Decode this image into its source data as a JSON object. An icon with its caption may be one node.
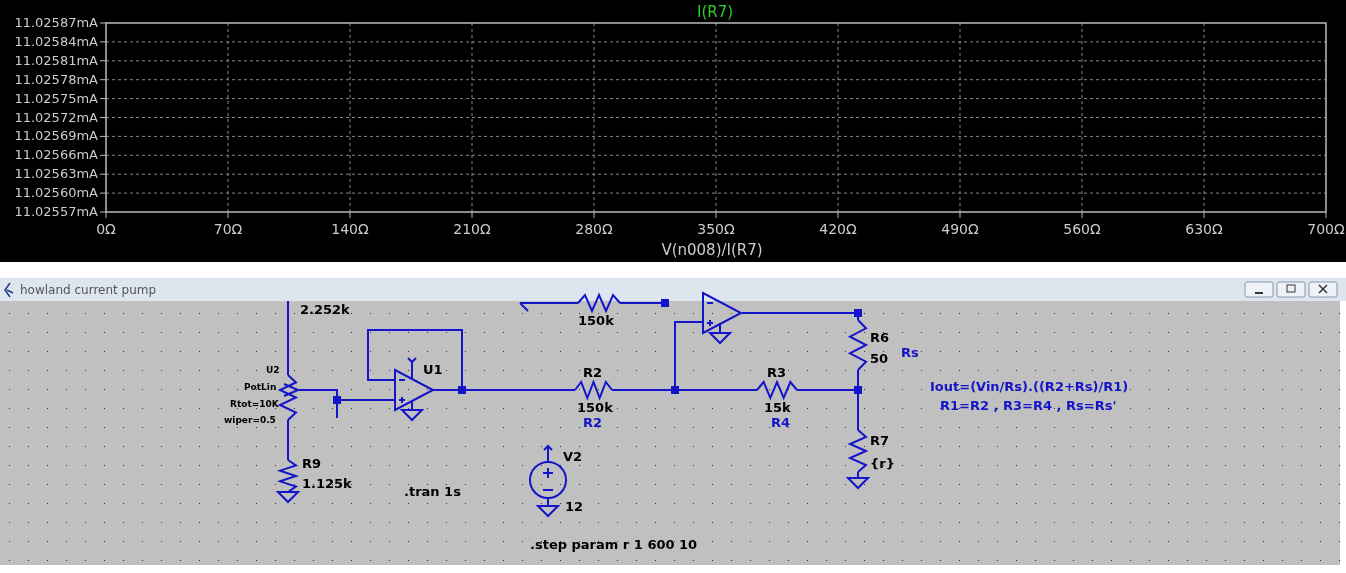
{
  "diagram": {
    "labels": [
      "I(R7)",
      "11.02587mA",
      "11.02584mA",
      "11.02581mA",
      "11.02578mA",
      "11.02575mA",
      "11.02572mA",
      "11.02569mA",
      "11.02566mA",
      "11.02563mA",
      "11.02560mA",
      "11.02557mA",
      "0Ω",
      "70Ω",
      "140Ω",
      "210Ω",
      "280Ω",
      "350Ω",
      "420Ω",
      "490Ω",
      "560Ω",
      "630Ω",
      "700Ω",
      "V(n008)/I(R7)",
      "howland current pump",
      "2.252k",
      "150k",
      "U2",
      "U1",
      "PotLin",
      "Rtot=10K",
      "wiper=0.5",
      "R9",
      "1.125k",
      ".tran 1s",
      "R2",
      "150k",
      "R2",
      "V2",
      "12",
      ".step param r 1 600 10",
      "R3",
      "15k",
      "R4",
      "R6",
      "50",
      "Rs",
      "R7",
      "{r}",
      "Iout=(Vin/Rs).((R2+Rs)/R1)",
      "R1=R2 , R3=R4 , Rs=Rs'"
    ]
  }
}
